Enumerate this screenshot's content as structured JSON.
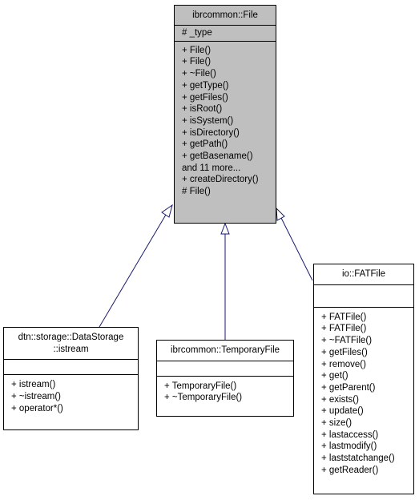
{
  "base_class": {
    "name": "ibrcommon::File",
    "attributes": [
      "# _type"
    ],
    "methods": [
      "+ File()",
      "+ File()",
      "+ ~File()",
      "+ getType()",
      "+ getFiles()",
      "+ isRoot()",
      "+ isSystem()",
      "+ isDirectory()",
      "+ getPath()",
      "+ getBasename()",
      "and 11 more...",
      "+ createDirectory()",
      "# File()"
    ]
  },
  "derived_classes": [
    {
      "name_lines": [
        "dtn::storage::DataStorage",
        "::istream"
      ],
      "methods": [
        "+ istream()",
        "+ ~istream()",
        "+ operator*()"
      ]
    },
    {
      "name_lines": [
        "ibrcommon::TemporaryFile"
      ],
      "methods": [
        "+ TemporaryFile()",
        "+ ~TemporaryFile()"
      ]
    },
    {
      "name_lines": [
        "io::FATFile"
      ],
      "methods": [
        "+ FATFile()",
        "+ FATFile()",
        "+ ~FATFile()",
        "+ getFiles()",
        "+ remove()",
        "+ get()",
        "+ getParent()",
        "+ exists()",
        "+ update()",
        "+ size()",
        "+ lastaccess()",
        "+ lastmodify()",
        "+ laststatchange()",
        "+ getReader()"
      ]
    }
  ],
  "colors": {
    "edge": "#191970",
    "base_fill": "#bfbfbf",
    "border": "#000000"
  }
}
